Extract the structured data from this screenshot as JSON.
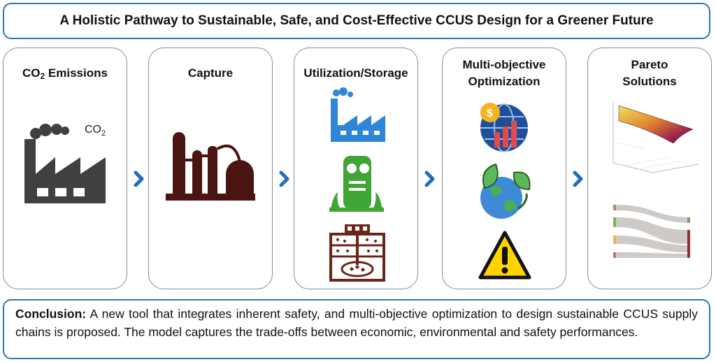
{
  "title": "A Holistic Pathway to Sustainable, Safe, and Cost-Effective CCUS Design for a Greener Future",
  "stages": [
    {
      "label_main": "CO",
      "label_sub": "2",
      "label_rest": " Emissions",
      "icon_label_main": "CO",
      "icon_label_sub": "2"
    },
    {
      "label": "Capture"
    },
    {
      "label": "Utilization/Storage"
    },
    {
      "label_line1": "Multi-objective",
      "label_line2": "Optimization"
    },
    {
      "label_line1": "Pareto",
      "label_line2": "Solutions"
    }
  ],
  "icons": {
    "stage1": "factory-emissions-icon",
    "stage2": "capture-plant-icon",
    "stage3": [
      "industry-icon",
      "green-plant-icon",
      "underground-storage-icon"
    ],
    "stage4": [
      "economic-globe-icon",
      "environment-globe-icon",
      "safety-warning-icon"
    ],
    "stage5": [
      "pareto-surface-plot-icon",
      "sankey-diagram-icon"
    ]
  },
  "colors": {
    "border_blue": "#2e75b6",
    "chevron_blue": "#1f6fbf",
    "factory_gray": "#404040",
    "capture_brown": "#4a1410",
    "industry_blue": "#2e86d6",
    "plant_green": "#3fa535",
    "storage_brown": "#6b2418",
    "warning_yellow": "#ffd400"
  },
  "conclusion": {
    "lead": "Conclusion:",
    "text": " A new tool that integrates inherent safety, and multi-objective optimization to design sustainable CCUS supply chains is proposed. The model captures the trade-offs between economic, environmental and safety performances."
  }
}
